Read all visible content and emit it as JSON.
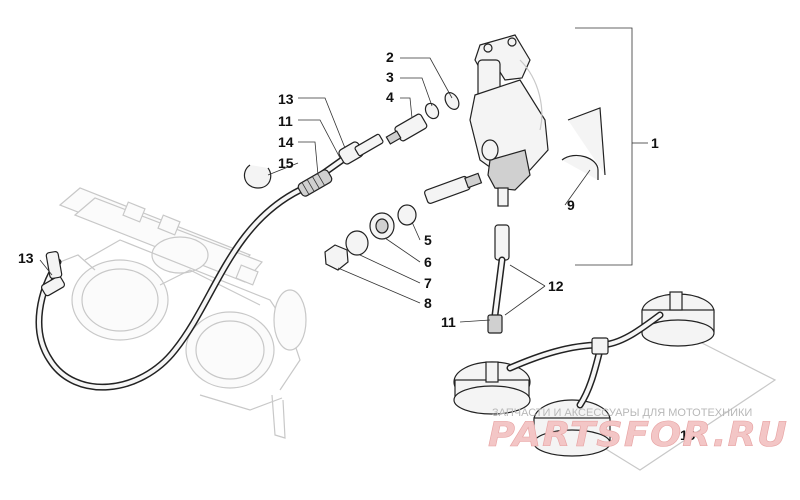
{
  "callouts": {
    "c1": "1",
    "c2": "2",
    "c3": "3",
    "c4": "4",
    "c5": "5",
    "c6": "6",
    "c7": "7",
    "c8": "8",
    "c9": "9",
    "c10": "10",
    "c11_top": "11",
    "c11_bottom": "11",
    "c12": "12",
    "c13_top": "13",
    "c13_left": "13",
    "c14": "14",
    "c15": "15"
  },
  "watermark": {
    "caption": "ЗАПЧАСТИ И АКСЕССУАРЫ ДЛЯ МОТОТЕХНИКИ",
    "logo": "PARTSFOR.RU"
  },
  "colors": {
    "line": "#222222",
    "ghost": "#c8c8c8",
    "watermark_logo": "#f3c6c6"
  }
}
